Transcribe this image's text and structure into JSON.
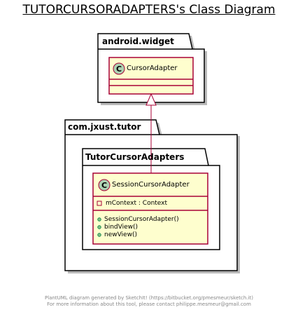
{
  "title": "TUTORCURSORADAPTERS's Class Diagram",
  "packages": {
    "android_widget": "android.widget",
    "com_jxust_tutor": "com.jxust.tutor",
    "tutor_cursor_adapters": "TutorCursorAdapters"
  },
  "classes": {
    "cursor_adapter": {
      "stereotype_letter": "C",
      "name": "CursorAdapter"
    },
    "session_cursor_adapter": {
      "stereotype_letter": "C",
      "name": "SessionCursorAdapter",
      "fields": [
        "mContext : Context"
      ],
      "methods": [
        "SessionCursorAdapter()",
        "bindView()",
        "newView()"
      ]
    }
  },
  "footer": {
    "line1": "PlantUML diagram generated by SketchIt! (https://bitbucket.org/pmesmeur/sketch.it)",
    "line2": "For more information about this tool, please contact philippe.mesmeur@gmail.com"
  },
  "colors": {
    "class_border": "#a80036",
    "class_fill": "#fefece",
    "circle_fill": "#add1b2",
    "package_fill": "#ffffff",
    "shadow": "#808080"
  }
}
